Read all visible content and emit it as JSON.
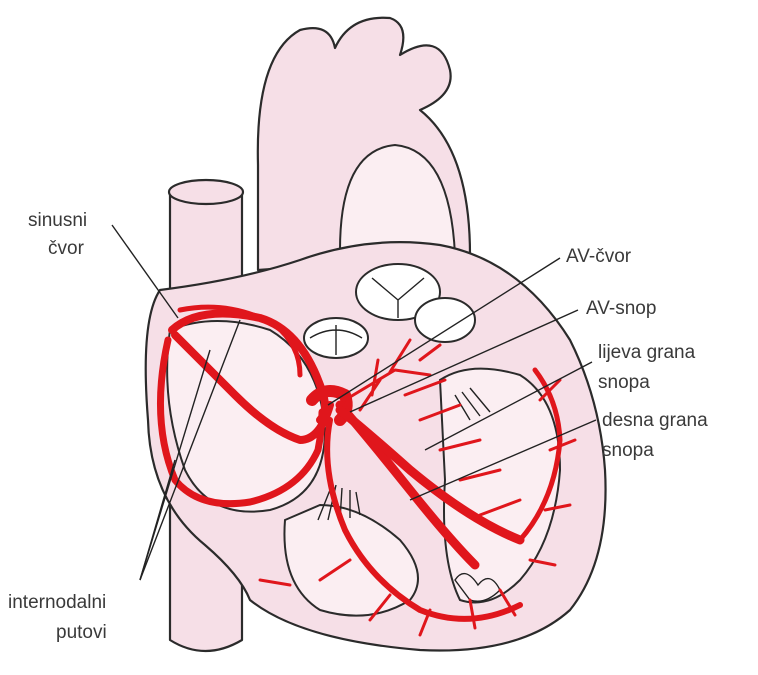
{
  "labels": {
    "sinusni": "sinusni",
    "cvor": "čvor",
    "av_cvor": "AV-čvor",
    "av_snop": "AV-snop",
    "lijeva_1": "lijeva grana",
    "lijeva_2": "snopa",
    "desna_1": "desna grana",
    "desna_2": "snopa",
    "internod_1": "internodalni",
    "internod_2": "putovi"
  },
  "colors": {
    "tissue": "#f6dfe7",
    "conduction": "#e0161c",
    "outline": "#2b2b2b"
  }
}
